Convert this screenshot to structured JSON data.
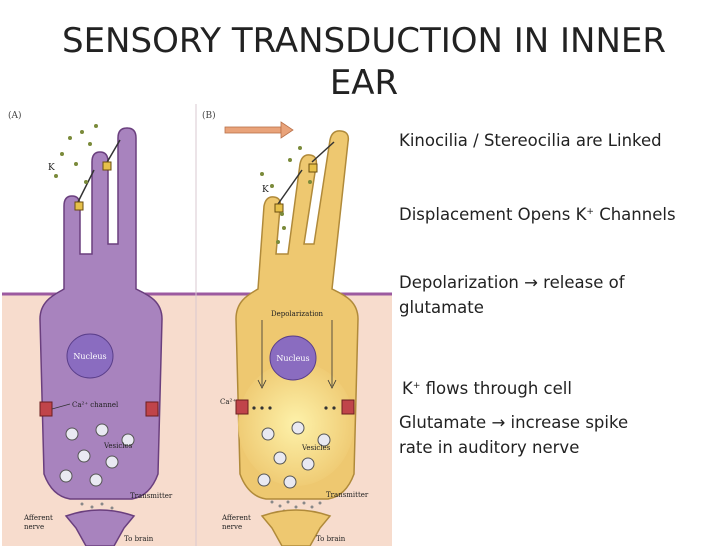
{
  "slide": {
    "title_line1": "SENSORY TRANSDUCTION IN INNER",
    "title_line2": "EAR"
  },
  "figure": {
    "panel_a": {
      "tag": "(A)",
      "ion_label": "K",
      "nucleus": "Nucleus",
      "channel": "Ca²⁺ channel",
      "vesicles": "Vesicles",
      "transmitter": "Transmitter",
      "afferent_line1": "Afferent",
      "afferent_line2": "nerve",
      "to_brain": "To brain"
    },
    "panel_b": {
      "tag": "(B)",
      "ion_label": "K",
      "depolarization": "Depolarization",
      "nucleus": "Nucleus",
      "ca_label": "Ca²⁺",
      "vesicles": "Vesicles",
      "transmitter": "Transmitter",
      "afferent_line1": "Afferent",
      "afferent_line2": "nerve",
      "to_brain": "To brain"
    }
  },
  "bullets": {
    "b1": "Kinocilia / Stereocilia are Linked",
    "b2_pre": "Displacement Opens K",
    "b2_sup": "+",
    "b2_post": " Channels",
    "b3_line1": "Depolarization → release of",
    "b3_line2": "glutamate",
    "b4_pre": "K",
    "b4_sup": "+",
    "b4_post": " flows through cell",
    "b5_line1": "Glutamate → increase spike",
    "b5_line2": "rate in auditory nerve"
  },
  "colors": {
    "endolymph": "#ffffff",
    "perilymph": "#f7dccd",
    "boundary": "#9c5aa0",
    "cell_a": "#a883be",
    "cell_b": "#eec870",
    "nucleus": "#8a6cc0"
  }
}
